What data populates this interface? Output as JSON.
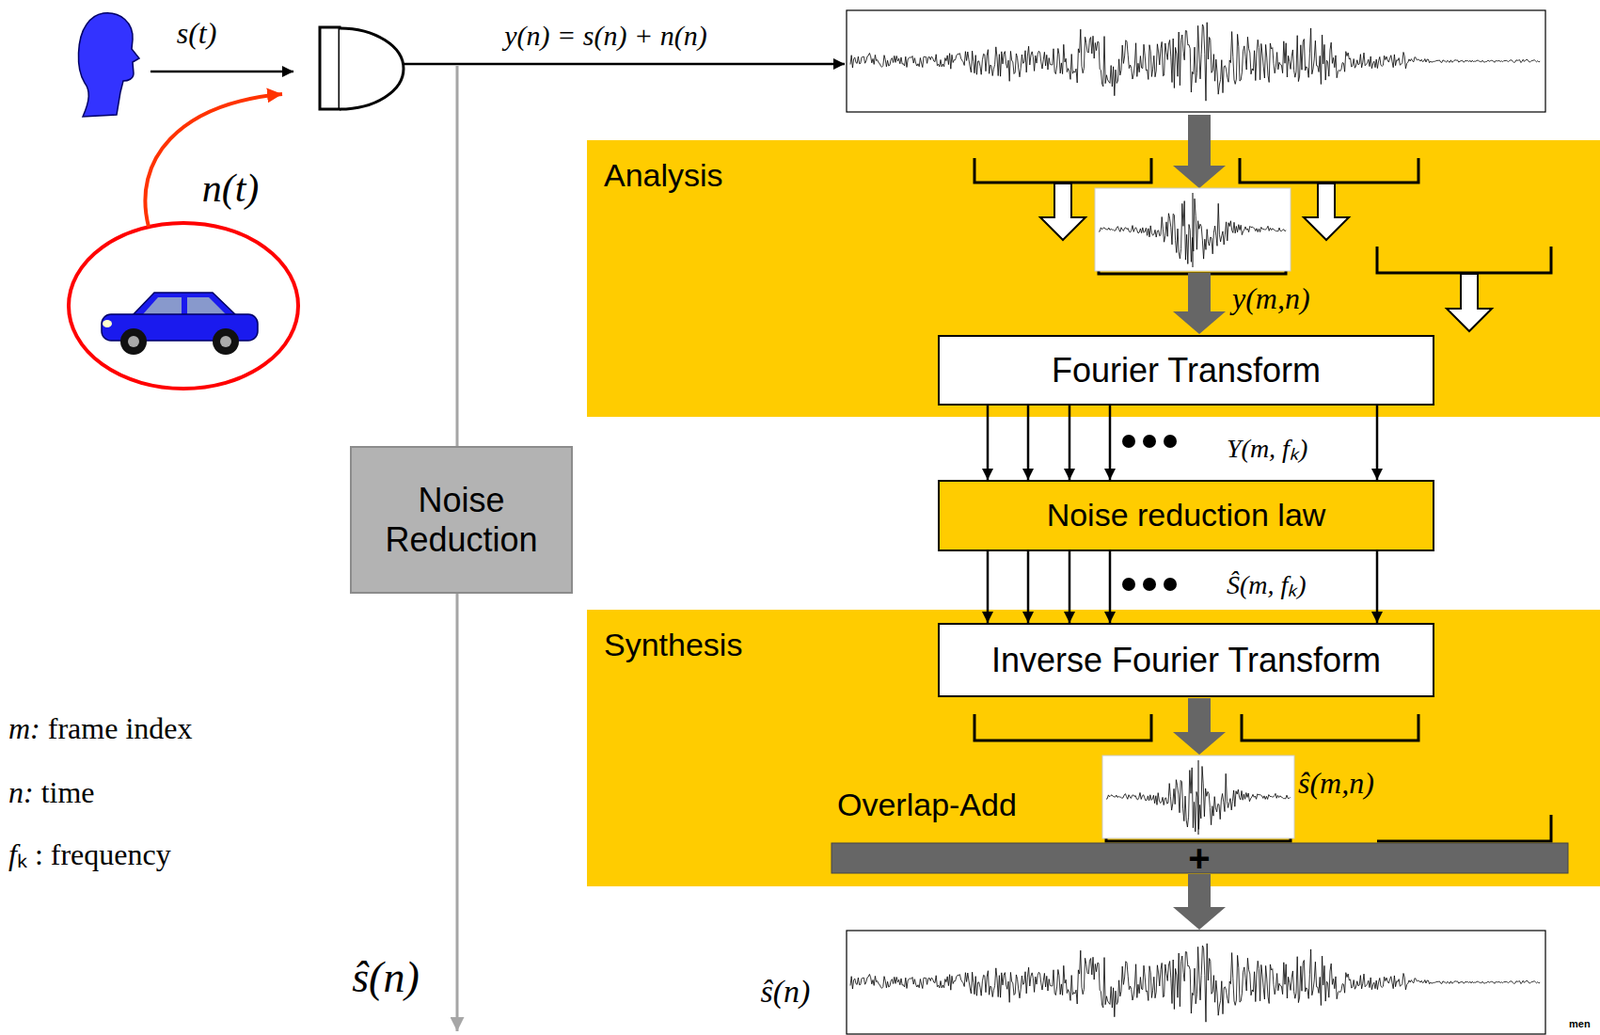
{
  "diagram": {
    "nodes": [
      {
        "text": [
          "Analysis"
        ]
      },
      {
        "text": [
          "Fourier Transform"
        ],
        "in": 0
      },
      {
        "text": [
          "Noise Reduction"
        ]
      },
      {
        "text": [
          "Noise reduction law"
        ]
      },
      {
        "text": [
          "Synthesis",
          "Overlap-Add"
        ]
      },
      {
        "text": [
          "Inverse Fourier Transform"
        ],
        "in": 4
      }
    ],
    "edges": [
      {
        "from": 1,
        "to": 3,
        "arrow": "to"
      },
      {
        "from": 1,
        "to": 3,
        "arrow": "to"
      },
      {
        "from": 1,
        "to": 3,
        "arrow": "to"
      },
      {
        "from": 1,
        "to": 3,
        "arrow": "to"
      },
      {
        "from": 1,
        "to": 3,
        "arrow": "to"
      },
      {
        "from": 3,
        "to": 5,
        "arrow": "to"
      },
      {
        "from": 3,
        "to": 5,
        "arrow": "to"
      },
      {
        "from": 3,
        "to": 5,
        "arrow": "to"
      },
      {
        "from": 3,
        "to": 5,
        "arrow": "to"
      },
      {
        "from": 3,
        "to": 5,
        "arrow": "to"
      }
    ],
    "labels": [
      "s(t)",
      "y(n) = s(n) + n(n)",
      "n(t)",
      "y(m,n)",
      "Y(m, fₖ)",
      "Ŝ(m, fₖ)",
      "ŝ(m,n)",
      "+",
      "m: frame index",
      "n: time",
      "fₖ : frequency",
      "ŝ(n)",
      "ŝ(n)",
      "men"
    ]
  }
}
